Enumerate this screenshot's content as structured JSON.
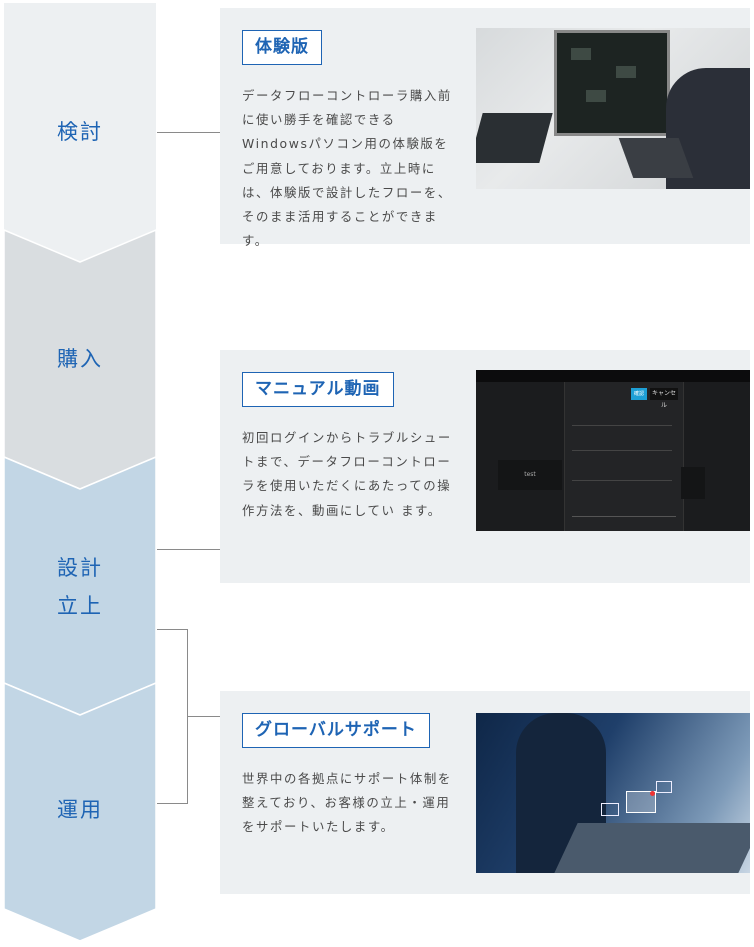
{
  "stages": [
    {
      "label": "検討"
    },
    {
      "label": "購入"
    },
    {
      "label": "設計\n立上"
    },
    {
      "label": "運用"
    }
  ],
  "colors": {
    "accent": "#1e64b4",
    "stage1": "#edf0f2",
    "stage2": "#d9dde0",
    "stage3": "#c2d6e5",
    "card_bg": "#edf0f2"
  },
  "cards": [
    {
      "title": "体験版",
      "text": "データフローコントローラ購入前に使い勝手を確認できるWindowsパソコン用の体験版をご用意しております。立上時には、体験版で設計したフローを、そのまま活用することができます。"
    },
    {
      "title": "マニュアル動画",
      "text": "初回ログインからトラブルシュートまで、データフローコントローラを使用いただくにあたっての操作方法を、動画にしてい ます。",
      "screen": {
        "ok": "確認",
        "cancel": "キャンセル",
        "node": "test"
      }
    },
    {
      "title": "グローバルサポート",
      "text": "世界中の各拠点にサポート体制を整えており、お客様の立上・運用をサポートいたします。"
    }
  ]
}
